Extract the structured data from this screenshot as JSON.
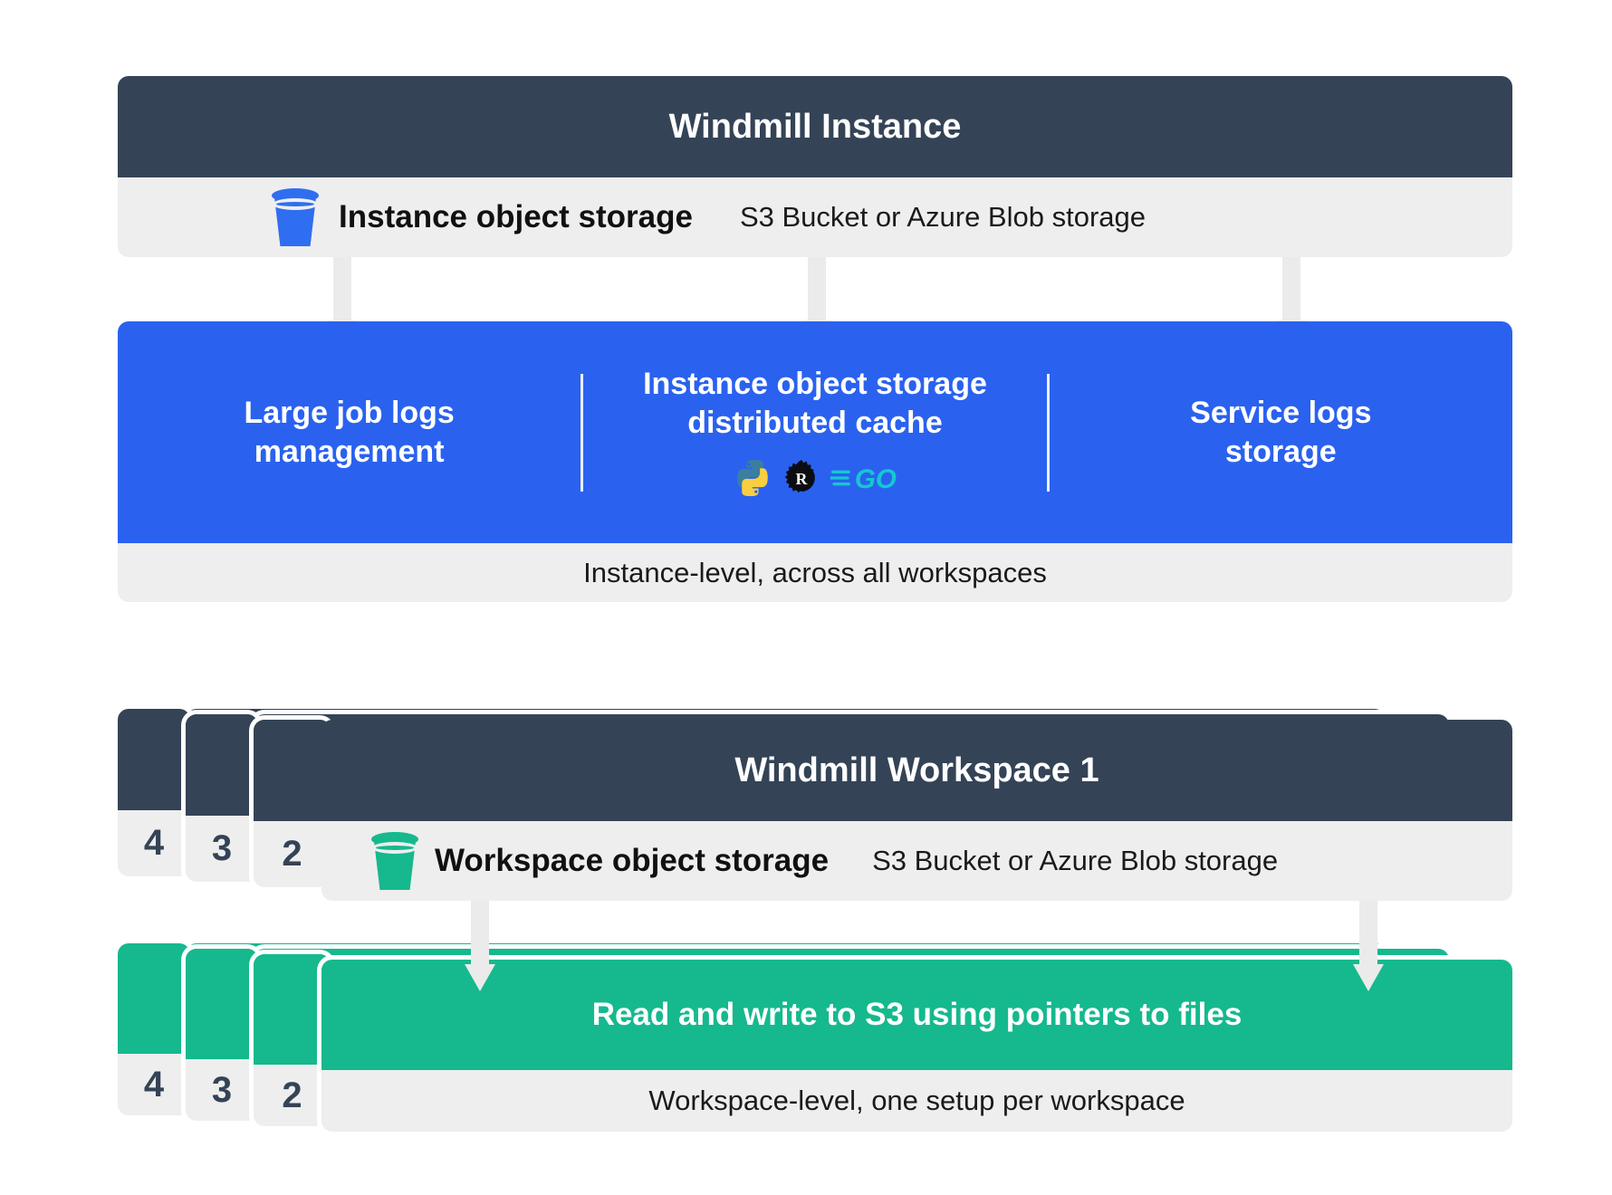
{
  "colors": {
    "dark": "#344356",
    "blue": "#2a62ef",
    "green": "#15b98d",
    "light": "#eeeeee",
    "bucket_blue": "#2f6ef0",
    "bucket_green": "#15b98d",
    "connector": "#ebebeb"
  },
  "instance": {
    "title": "Windmill Instance",
    "storage_label": "Instance object storage",
    "storage_sub": "S3 Bucket or Azure Blob storage",
    "bucket_icon": "bucket-icon-blue"
  },
  "features": {
    "columns": [
      {
        "title": "Large job logs\nmanagement",
        "line1": "Large job logs",
        "line2": "management"
      },
      {
        "title": "Instance object storage distributed cache",
        "line1": "Instance object storage",
        "line2": "distributed cache"
      },
      {
        "title": "Service logs storage",
        "line1": "Service logs",
        "line2": "storage"
      }
    ],
    "languages": [
      {
        "name": "python-icon",
        "label": "Python"
      },
      {
        "name": "rust-icon",
        "label": "Rust"
      },
      {
        "name": "go-icon",
        "label": "Go"
      }
    ],
    "footer": "Instance-level, across all workspaces"
  },
  "workspace": {
    "title": "Windmill Workspace 1",
    "storage_label": "Workspace object storage",
    "storage_sub": "S3 Bucket or Azure Blob storage",
    "bucket_icon": "bucket-icon-green",
    "stack_numbers": [
      "4",
      "3",
      "2"
    ]
  },
  "green_band": {
    "title": "Read and write to S3 using pointers to files",
    "footer": "Workspace-level, one setup per workspace",
    "stack_numbers": [
      "4",
      "3",
      "2"
    ]
  }
}
